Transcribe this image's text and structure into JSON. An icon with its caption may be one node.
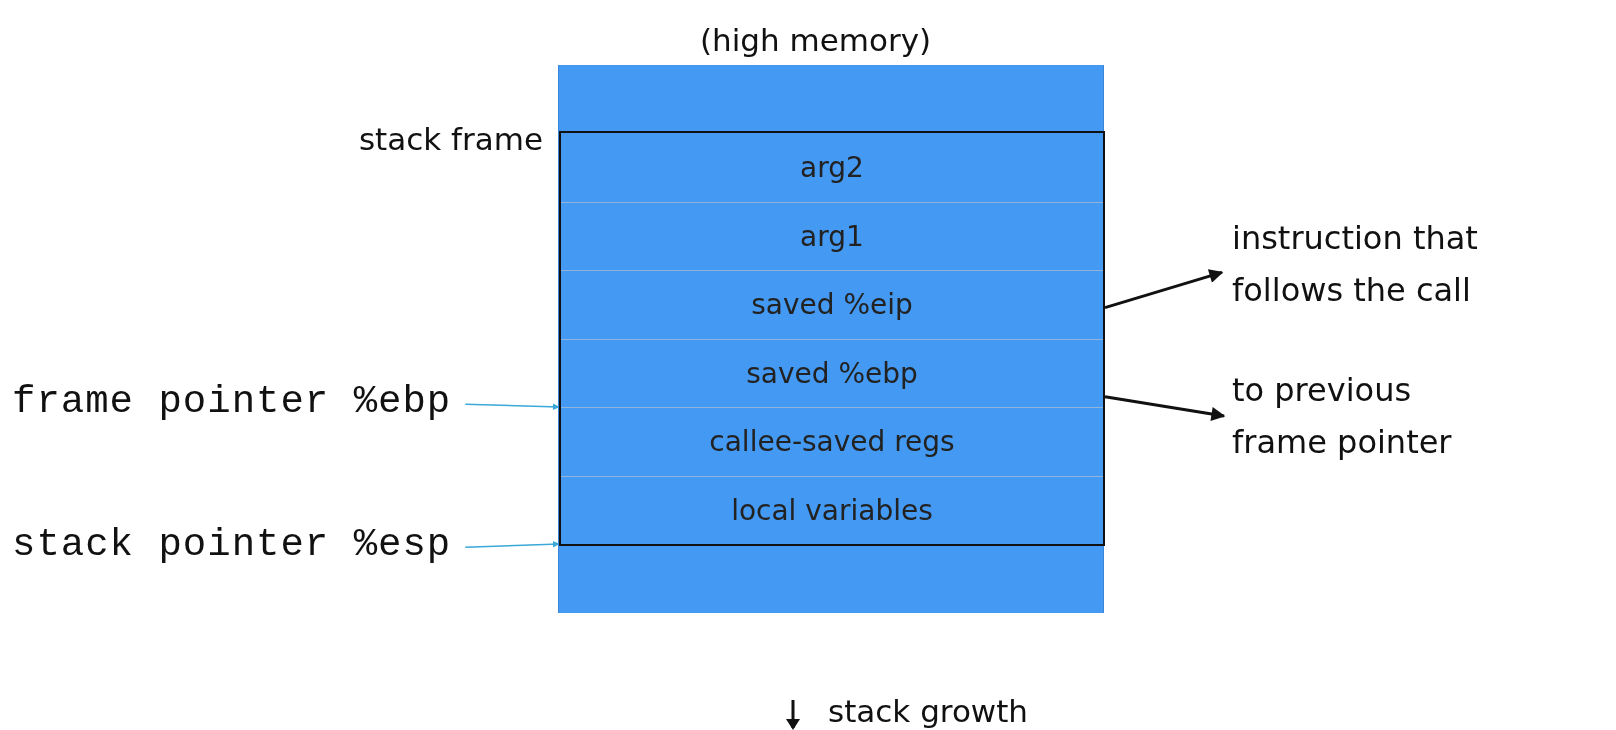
{
  "diagram": {
    "nodes": [
      {
        "text": [],
        "shape": "bar"
      },
      {
        "text": [
          "stack frame"
        ],
        "in": 0
      },
      {
        "text": [
          "arg2"
        ],
        "in": 1
      },
      {
        "text": [
          "arg1"
        ],
        "in": 1
      },
      {
        "text": [
          "saved %eip"
        ],
        "in": 1
      },
      {
        "text": [
          "saved %ebp"
        ],
        "in": 1
      },
      {
        "text": [
          "callee-saved regs"
        ],
        "in": 1
      },
      {
        "text": [
          "local variables"
        ],
        "in": 1
      },
      {
        "text": [
          "instruction that follows the call"
        ]
      },
      {
        "text": [
          "to previous frame pointer"
        ]
      },
      {
        "text": [
          "frame pointer %ebp"
        ]
      },
      {
        "text": [
          "stack pointer %esp"
        ]
      }
    ],
    "edges": [
      {
        "from": 4,
        "to": 8,
        "arrow": "to"
      },
      {
        "from": 5,
        "to": 9,
        "arrow": "to"
      },
      {
        "from": 10,
        "to": 5,
        "arrow": "to",
        "color": "#3aa8d8"
      },
      {
        "from": 11,
        "to": 7,
        "arrow": "to",
        "color": "#3aa8d8"
      }
    ],
    "labels": [
      "(high memory)",
      "stack growth"
    ]
  }
}
